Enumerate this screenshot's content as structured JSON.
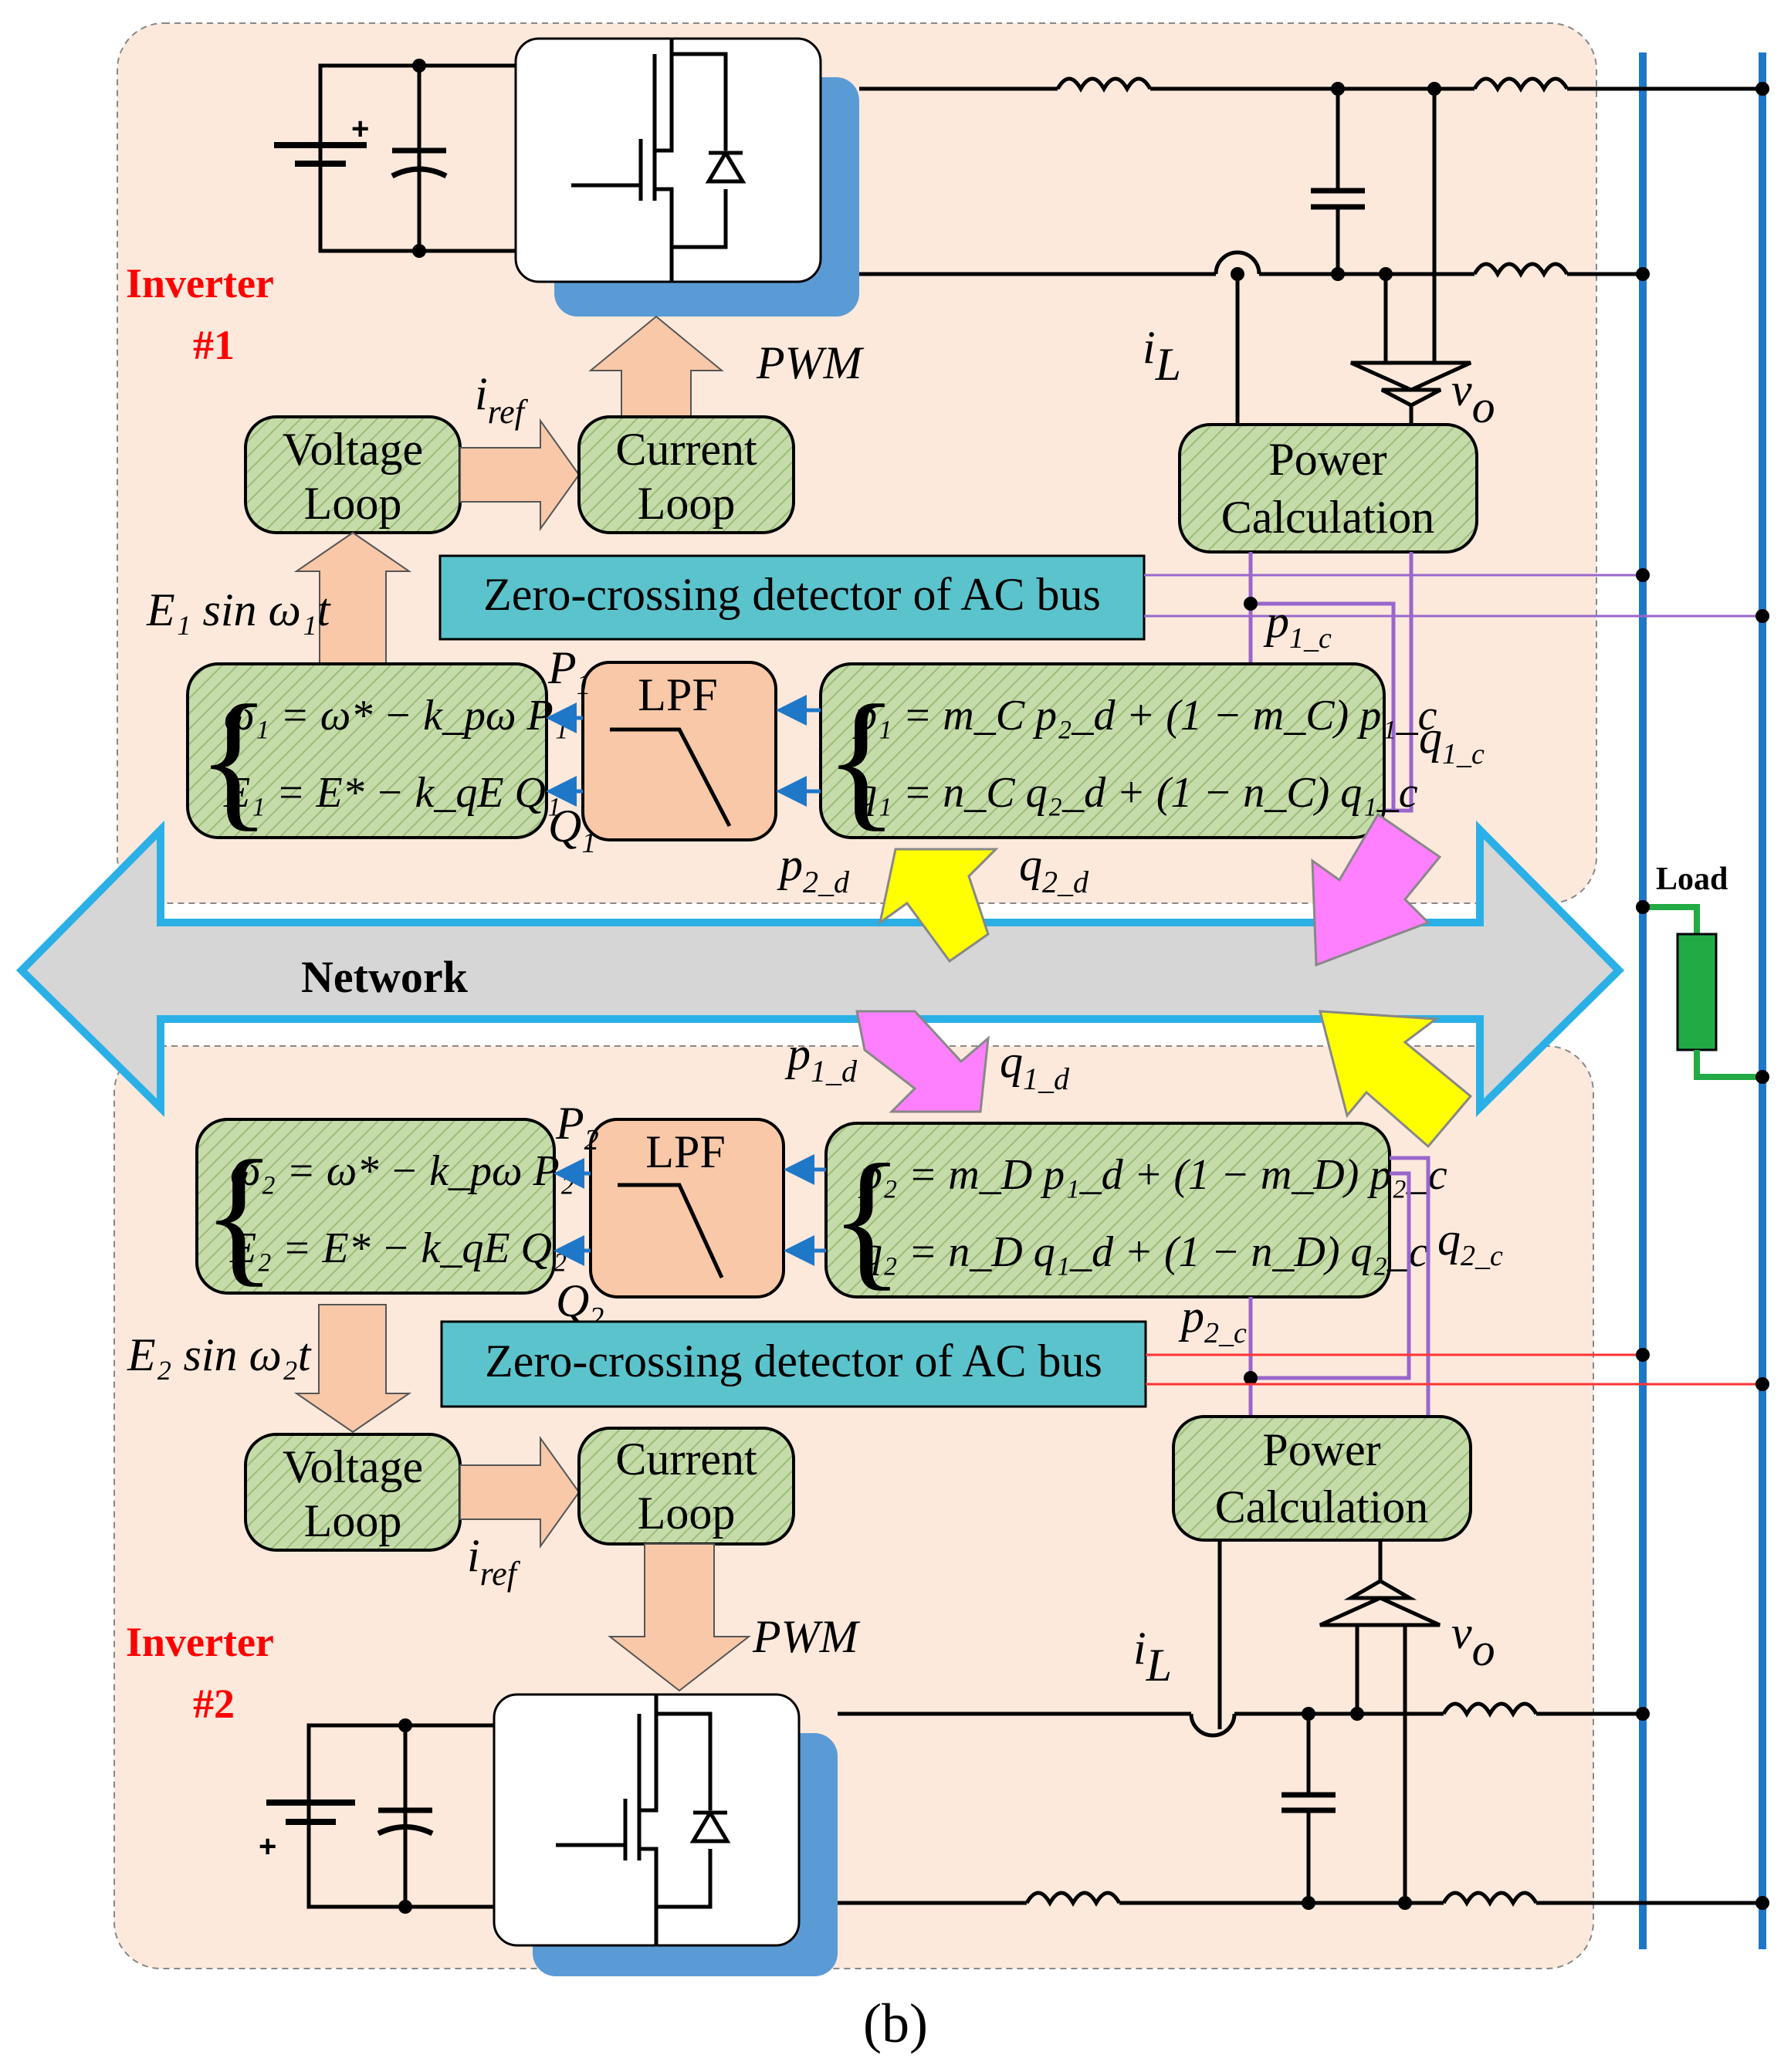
{
  "colors": {
    "panel": "#fde9dc",
    "block_green": "#c5dcaa",
    "block_orange": "#f8c8a8",
    "zc_box": "#5bc3cc",
    "bus_blue": "#1f77c8",
    "network_gray": "#d6d6d6",
    "network_outline": "#2ab0e6",
    "pink": "#ff80ff",
    "yellow": "#ffff00",
    "sync_purple": "#9966cc",
    "sync_red": "#ff3333",
    "load_green": "#22aa44",
    "inverter_label": "#ff0000"
  },
  "inverter1": {
    "name": "Inverter",
    "number": "#1",
    "voltage_loop": [
      "Voltage",
      "Loop"
    ],
    "current_loop": [
      "Current",
      "Loop"
    ],
    "power_calc": [
      "Power",
      "Calculation"
    ],
    "lpf": "LPF",
    "zero_crossing": "Zero-crossing detector of AC bus",
    "pwm": "PWM",
    "iref": "i",
    "iref_sub": "ref",
    "iL": "i",
    "iL_sub": "L",
    "vo": "v",
    "vo_sub": "o",
    "sine": "E₁ sin ω₁t",
    "P_out": "P",
    "P_sub": "1",
    "Q_out": "Q",
    "Q_sub": "1",
    "p_c": "p",
    "p_c_sub": "1_c",
    "q_c": "q",
    "q_c_sub": "1_c",
    "p_d": "p",
    "p_d_sub": "2_d",
    "q_d": "q",
    "q_d_sub": "2_d",
    "droop_eq1": "ω₁ = ω* − k_pω P₁",
    "droop_eq2": "E₁ = E* − k_qE Q₁",
    "cons_eq1": "p₁ = m_C p₂_d + (1 − m_C) p₁_c",
    "cons_eq2": "q₁ = n_C q₂_d + (1 − n_C) q₁_c"
  },
  "inverter2": {
    "name": "Inverter",
    "number": "#2",
    "voltage_loop": [
      "Voltage",
      "Loop"
    ],
    "current_loop": [
      "Current",
      "Loop"
    ],
    "power_calc": [
      "Power",
      "Calculation"
    ],
    "lpf": "LPF",
    "zero_crossing": "Zero-crossing detector of AC bus",
    "pwm": "PWM",
    "iref": "i",
    "iref_sub": "ref",
    "iL": "i",
    "iL_sub": "L",
    "vo": "v",
    "vo_sub": "o",
    "sine": "E₂ sin ω₂t",
    "P_out": "P",
    "P_sub": "2",
    "Q_out": "Q",
    "Q_sub": "2",
    "p_c": "p",
    "p_c_sub": "2_c",
    "q_c": "q",
    "q_c_sub": "2_c",
    "p_d": "p",
    "p_d_sub": "1_d",
    "q_d": "q",
    "q_d_sub": "1_d",
    "droop_eq1": "ω₂ = ω* − k_pω P₂",
    "droop_eq2": "E₂ = E* − k_qE Q₂",
    "cons_eq1": "p₂ = m_D p₁_d + (1 − m_D) p₂_c",
    "cons_eq2": "q₂ = n_D q₁_d + (1 − n_D) q₂_c"
  },
  "network": "Network",
  "load": "Load",
  "caption": "(b)"
}
